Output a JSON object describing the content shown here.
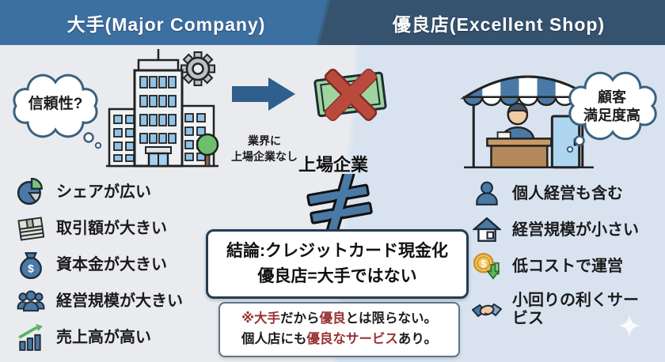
{
  "header": {
    "left": "大手(Major Company)",
    "right": "優良店(Excellent Shop)"
  },
  "left_panel": {
    "thought_bubble": "信頼性?",
    "items": [
      {
        "icon": "pie-chart-icon",
        "label": "シェアが広い"
      },
      {
        "icon": "cash-stack-icon",
        "label": "取引額が大きい"
      },
      {
        "icon": "money-bag-icon",
        "label": "資本金が大きい"
      },
      {
        "icon": "people-group-icon",
        "label": "経営規模が大きい"
      },
      {
        "icon": "bar-chart-icon",
        "label": "売上高が高い"
      }
    ]
  },
  "center": {
    "arrow_note_line1": "業界に",
    "arrow_note_line2": "上場企業なし",
    "listed_company": "上場企業",
    "not_equal_symbol": "≠",
    "conclusion_line1": "結論:クレジットカード現金化",
    "conclusion_line2": "優良店=大手ではない",
    "note_line1": [
      {
        "text": "※大手",
        "red": true
      },
      {
        "text": "だから",
        "red": false
      },
      {
        "text": "優良",
        "red": true
      },
      {
        "text": "とは限らない。",
        "red": false
      }
    ],
    "note_line2": [
      {
        "text": "個人店",
        "red": false
      },
      {
        "text": "にも",
        "red": false
      },
      {
        "text": "優良なサービス",
        "red": true
      },
      {
        "text": "あり。",
        "red": false
      }
    ]
  },
  "right_panel": {
    "thought_bubble_line1": "顧客",
    "thought_bubble_line2": "満足度高",
    "items": [
      {
        "icon": "person-icon",
        "label": "個人経営も含む"
      },
      {
        "icon": "house-icon",
        "label": "経営規模が小さい"
      },
      {
        "icon": "coin-icon",
        "label": "低コストで運営"
      },
      {
        "icon": "handshake-icon",
        "label": "小回りの利くサービス"
      }
    ]
  },
  "colors": {
    "header_left": "#3d70a2",
    "header_right": "#35536f",
    "left_background": "#e9ebee",
    "right_background": "#d9e3f0",
    "accent_blue": "#4a79a5",
    "arrow_blue": "#2f5f8c",
    "cross_red": "#bb4a3e",
    "note_red": "#9b3233",
    "text_black": "#1b1b1b"
  }
}
